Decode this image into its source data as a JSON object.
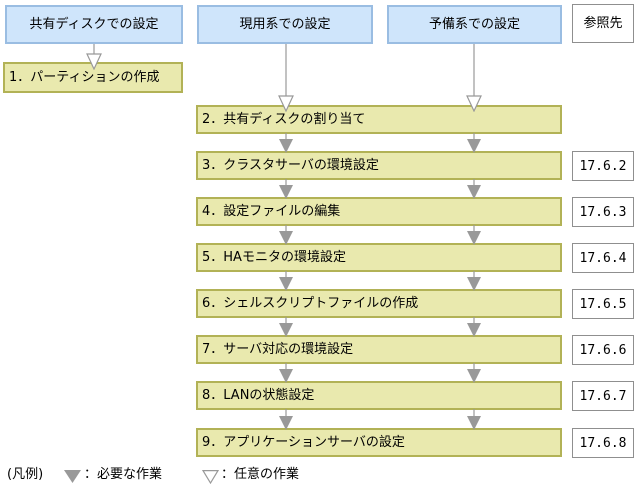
{
  "diagram": {
    "headers": {
      "shared_disk": "共有ディスクでの設定",
      "active_system": "現用系での設定",
      "standby_system": "予備系での設定",
      "reference": "参照先"
    },
    "steps": [
      {
        "label": "1．パーティションの作成"
      },
      {
        "label": "2．共有ディスクの割り当て"
      },
      {
        "label": "3．クラスタサーバの環境設定",
        "ref": "17.6.2"
      },
      {
        "label": "4．設定ファイルの編集",
        "ref": "17.6.3"
      },
      {
        "label": "5．HAモニタの環境設定",
        "ref": "17.6.4"
      },
      {
        "label": "6．シェルスクリプトファイルの作成",
        "ref": "17.6.5"
      },
      {
        "label": "7．サーバ対応の環境設定",
        "ref": "17.6.6"
      },
      {
        "label": "8．LANの状態設定",
        "ref": "17.6.7"
      },
      {
        "label": "9．アプリケーションサーバの設定",
        "ref": "17.6.8"
      }
    ],
    "legend": {
      "title": "(凡例)",
      "required_label": "：必要な作業",
      "optional_label": "：任意の作業"
    }
  },
  "colors": {
    "header_fill": "#cfe5fb",
    "header_border": "#9abde2",
    "step_fill": "#e9e9ae",
    "step_border": "#b2b256",
    "arrow_gray": "#999999",
    "ref_border": "#8f8f8f"
  }
}
